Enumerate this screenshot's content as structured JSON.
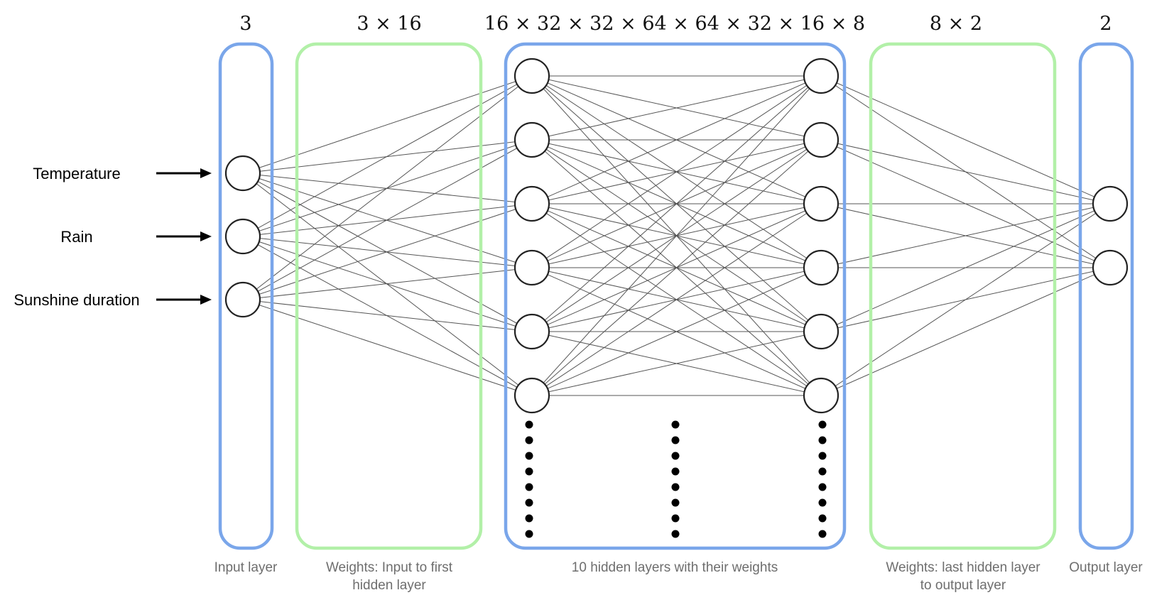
{
  "title": "",
  "dimensions": {
    "input": "3",
    "input_to_hidden": "3 × 16",
    "hidden": "16 × 32 × 32 × 64 × 64 × 32 × 16 × 8",
    "hidden_to_output": "8 × 2",
    "output": "2"
  },
  "inputs": [
    "Temperature",
    "Rain",
    "Sunshine duration"
  ],
  "captions": {
    "input_layer": "Input layer",
    "weights_in_line1": "Weights: Input to first",
    "weights_in_line2": "hidden layer",
    "hidden_layers": "10 hidden layers with their weights",
    "weights_out_line1": "Weights: last hidden layer",
    "weights_out_line2": "to output layer",
    "output_layer": "Output layer"
  },
  "network": {
    "input_nodes": 3,
    "hidden_first_nodes_shown": 6,
    "hidden_last_nodes_shown": 6,
    "output_nodes": 2,
    "ellipsis_dot_columns": 3
  },
  "colors": {
    "layer_box": "#7aa6ea",
    "weight_box": "#b2f0a8",
    "edge": "#555555",
    "caption_text": "#6e6e6e"
  }
}
